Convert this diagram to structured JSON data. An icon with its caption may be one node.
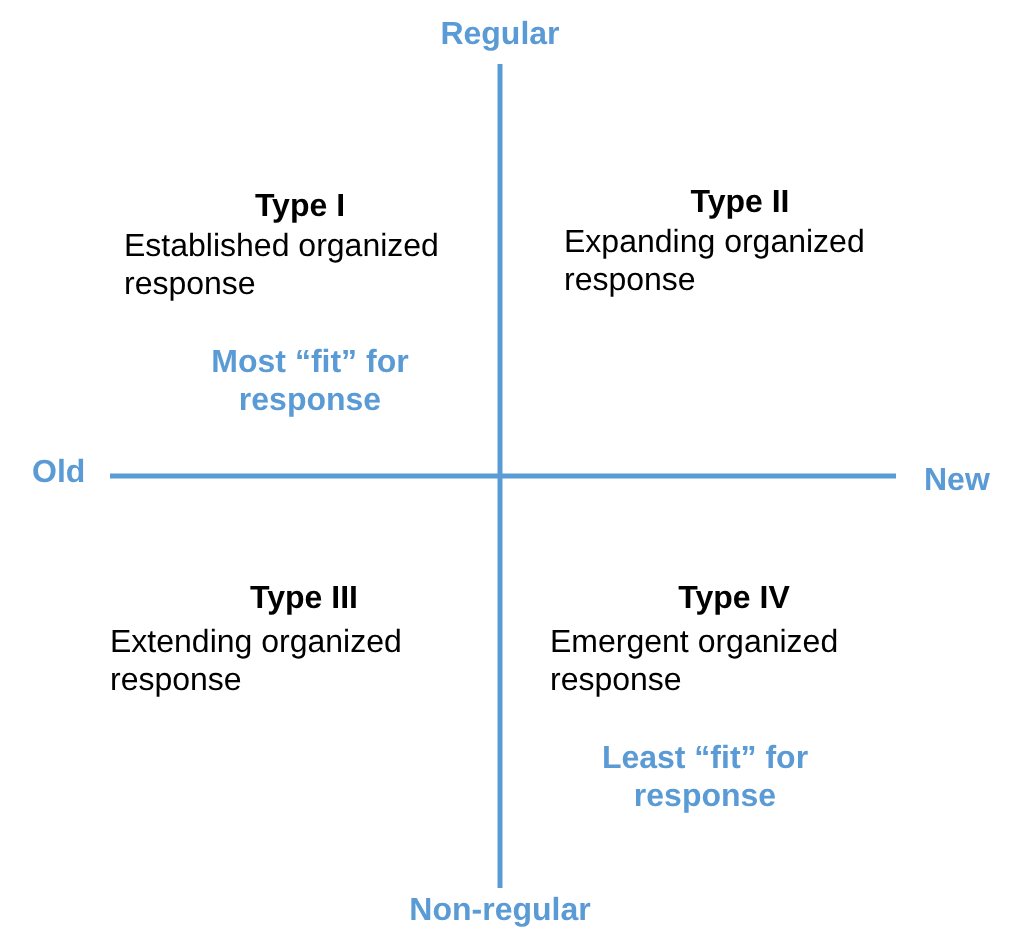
{
  "diagram": {
    "labels": [
      "Regular",
      "Type I",
      "Established organized response",
      "Type II",
      "Expanding organized response",
      "Most “fit” for response",
      "Old",
      "New",
      "Type III",
      "Extending organized response",
      "Type IV",
      "Emergent organized response",
      "Least “fit” for response",
      "Non-regular"
    ]
  }
}
